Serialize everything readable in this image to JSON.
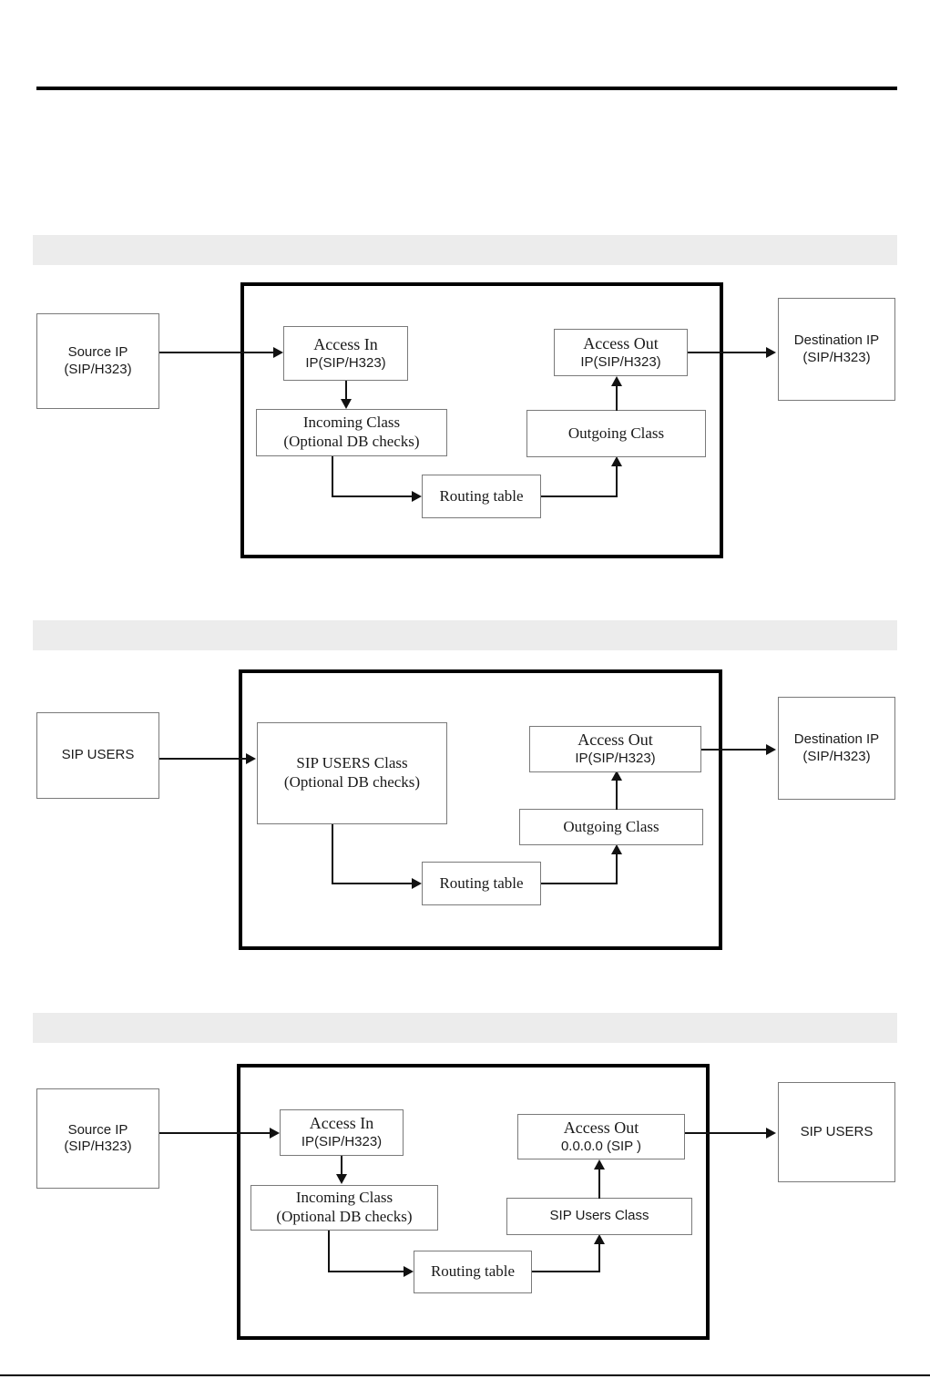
{
  "page": {
    "background_color": "#ffffff",
    "header_rule_color": "#000000",
    "footer_rule_color": "#000000",
    "band_color": "#ececec",
    "node_border_color": "#7a7a7a",
    "frame_color": "#000000",
    "connector_color": "#111111"
  },
  "bands": [
    {
      "label": ""
    },
    {
      "label": ""
    },
    {
      "label": ""
    }
  ],
  "figures": [
    {
      "id": "fig-ip-to-ip",
      "source": {
        "line1": "Source IP",
        "line2": "(SIP/H323)"
      },
      "access_in": {
        "line1": "Access In",
        "line2": "IP(SIP/H323)"
      },
      "incoming_class": {
        "line1": "Incoming Class",
        "line2": "(Optional DB checks)"
      },
      "routing_table": {
        "line1": "Routing table"
      },
      "outgoing_class": {
        "line1": "Outgoing Class"
      },
      "access_out": {
        "line1": "Access Out",
        "line2": "IP(SIP/H323)"
      },
      "destination": {
        "line1": "Destination IP",
        "line2": "(SIP/H323)"
      }
    },
    {
      "id": "fig-sipusers-to-ip",
      "source": {
        "line1": "SIP USERS"
      },
      "sip_users_class": {
        "line1": "SIP USERS Class",
        "line2": "(Optional DB checks)"
      },
      "routing_table": {
        "line1": "Routing table"
      },
      "outgoing_class": {
        "line1": "Outgoing Class"
      },
      "access_out": {
        "line1": "Access Out",
        "line2": "IP(SIP/H323)"
      },
      "destination": {
        "line1": "Destination IP",
        "line2": "(SIP/H323)"
      }
    },
    {
      "id": "fig-ip-to-sipusers",
      "source": {
        "line1": "Source IP",
        "line2": "(SIP/H323)"
      },
      "access_in": {
        "line1": "Access In",
        "line2": "IP(SIP/H323)"
      },
      "incoming_class": {
        "line1": "Incoming Class",
        "line2": "(Optional DB checks)"
      },
      "routing_table": {
        "line1": "Routing table"
      },
      "sip_users_class": {
        "line1": "SIP Users Class"
      },
      "access_out": {
        "line1": "Access Out",
        "line2": "0.0.0.0 (SIP )"
      },
      "destination": {
        "line1": "SIP USERS"
      }
    }
  ]
}
